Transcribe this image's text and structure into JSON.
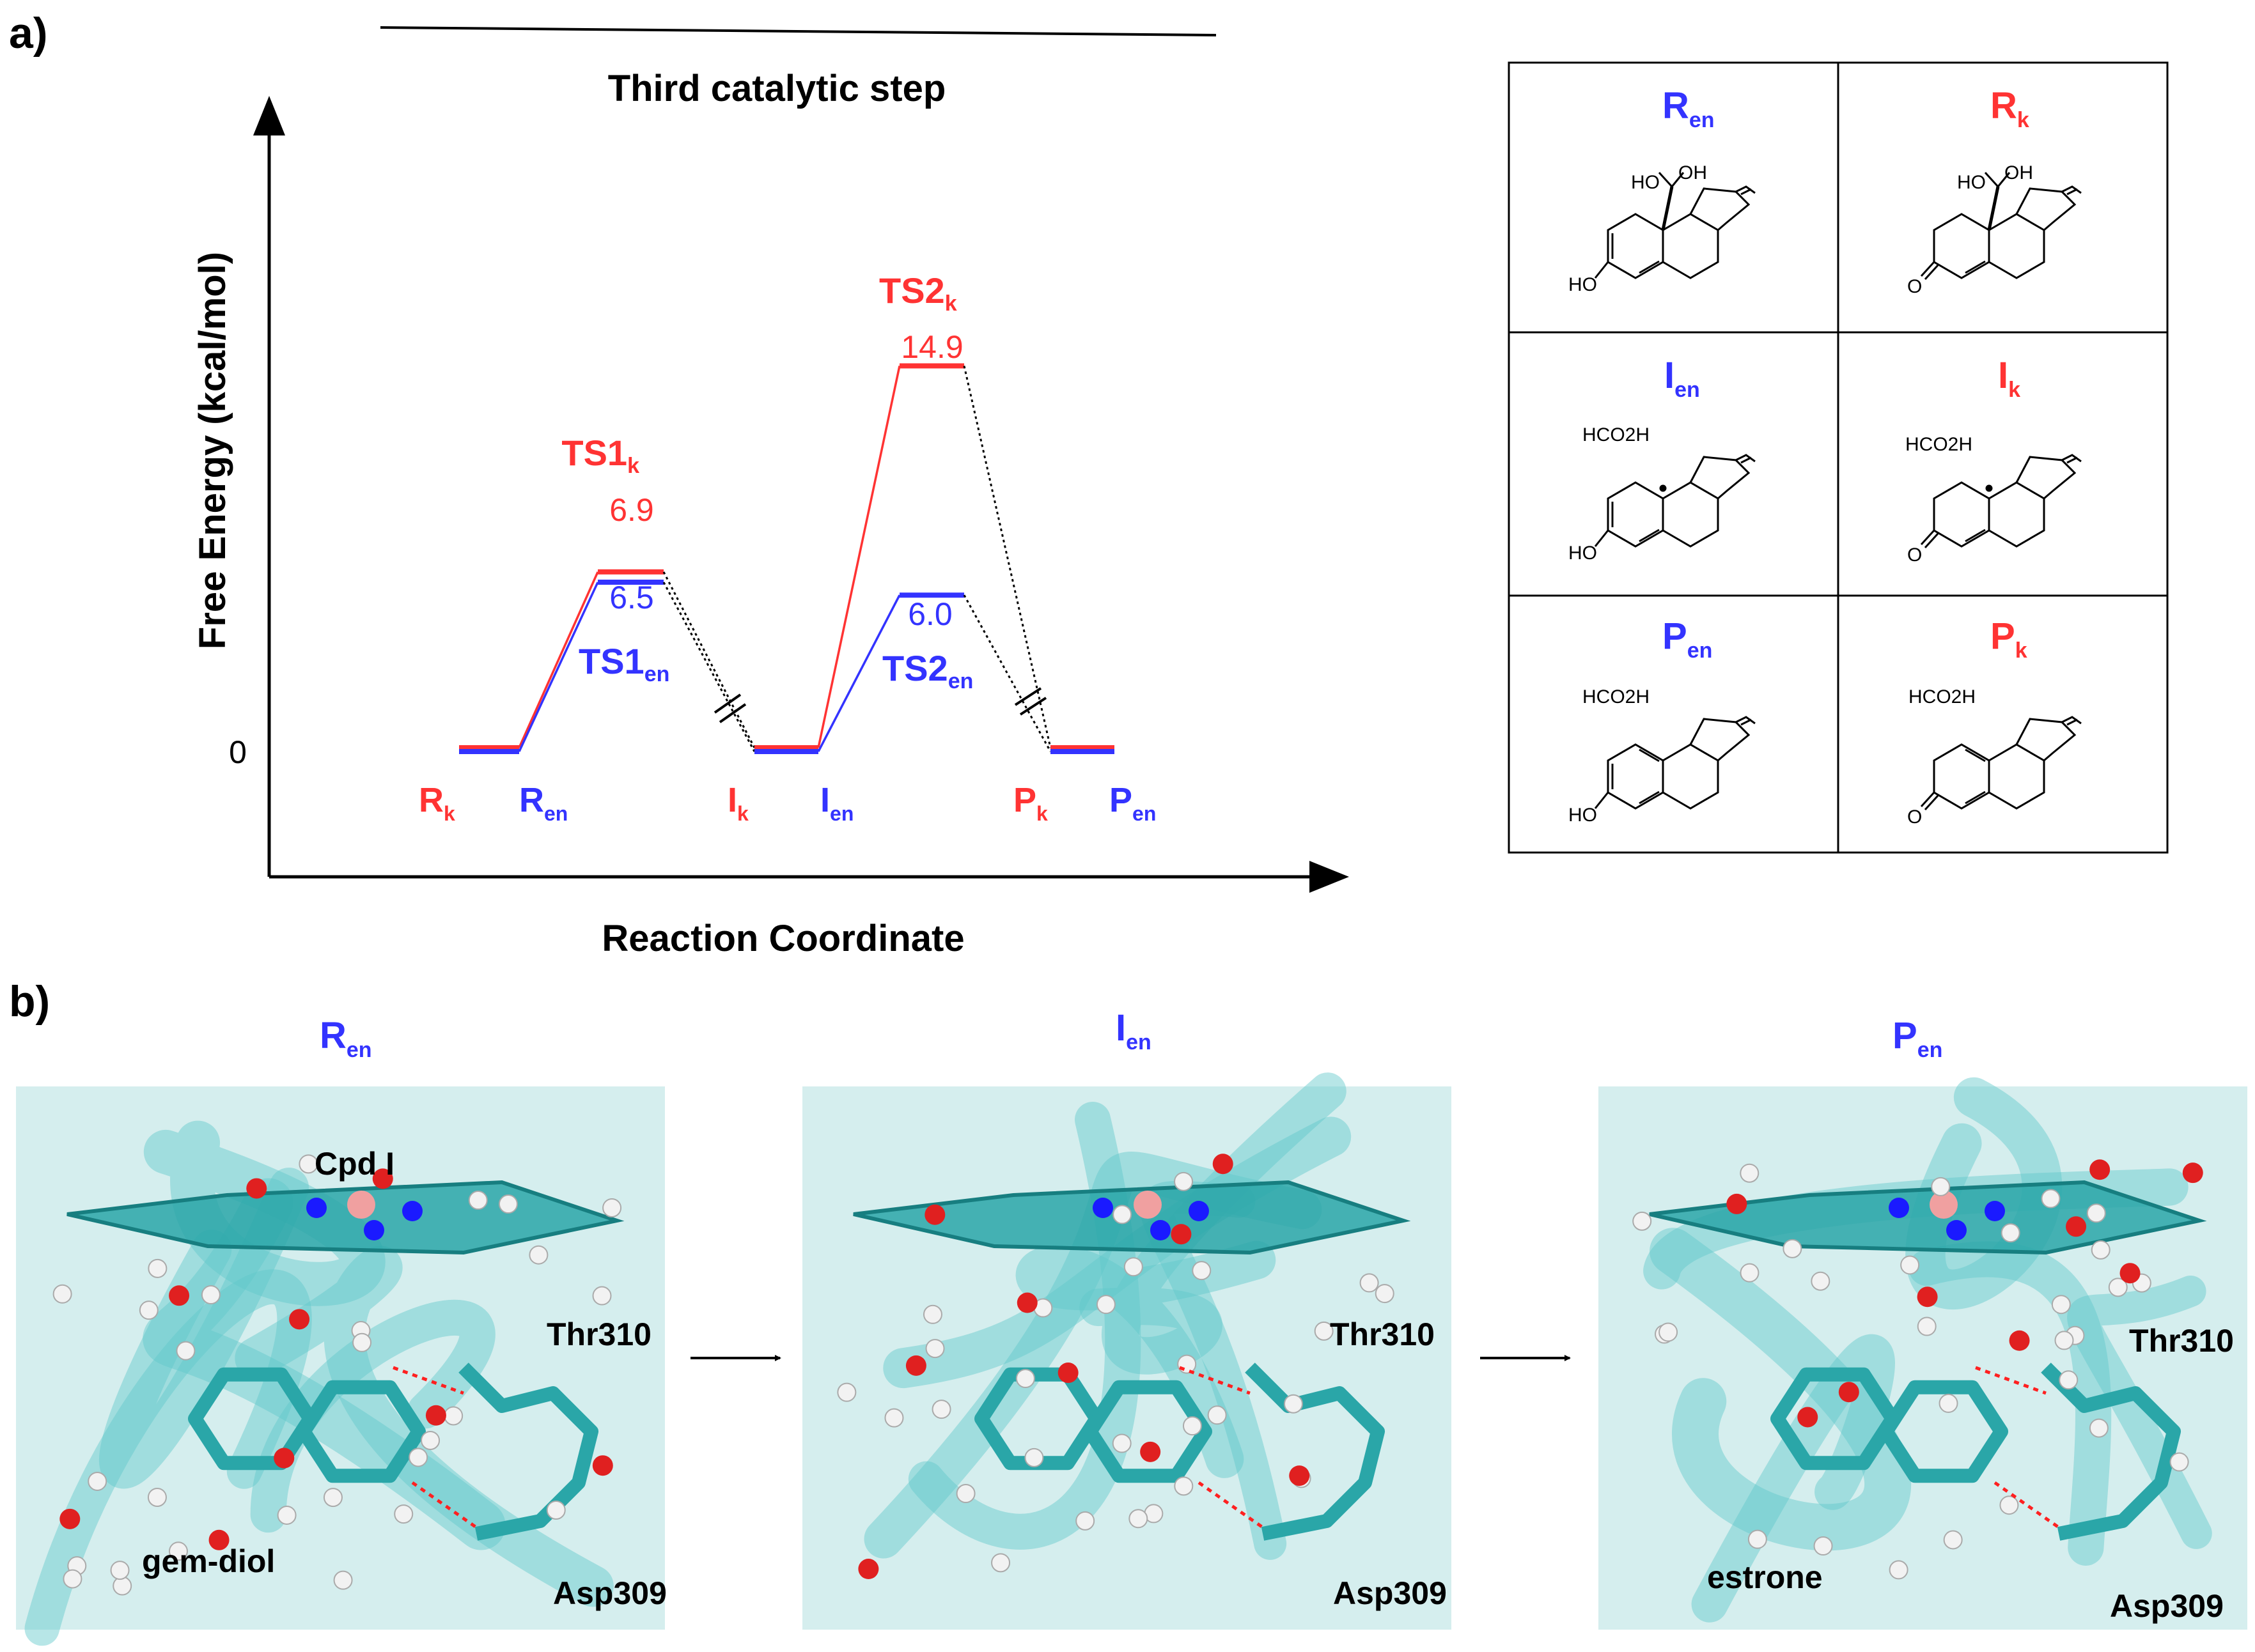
{
  "panel_a": {
    "label": "a)",
    "header": "Third catalytic step",
    "ylabel": "Free Energy (kcal/mol)",
    "xlabel": "Reaction Coordinate",
    "zero_tick": "0",
    "colors": {
      "keto": "#ff3333",
      "enol": "#3333ff",
      "axis": "#000000"
    },
    "chart_data": {
      "type": "line",
      "title": "Third catalytic step",
      "xlabel": "Reaction Coordinate",
      "ylabel": "Free Energy (kcal/mol)",
      "y_tick_labels": [
        "0"
      ],
      "series": [
        {
          "name": "k",
          "color": "#ff3333",
          "states": [
            "R",
            "TS1",
            "I",
            "TS2",
            "P"
          ],
          "values": [
            0,
            6.9,
            0,
            14.9,
            0
          ]
        },
        {
          "name": "en",
          "color": "#3333ff",
          "states": [
            "R",
            "TS1",
            "I",
            "TS2",
            "P"
          ],
          "values": [
            0,
            6.5,
            0,
            6.0,
            0
          ]
        }
      ],
      "annotations": {
        "ts1_k": {
          "main": "TS1",
          "sub": "k",
          "value": "6.9"
        },
        "ts1_en": {
          "main": "TS1",
          "sub": "en",
          "value": "6.5"
        },
        "ts2_k": {
          "main": "TS2",
          "sub": "k",
          "value": "14.9"
        },
        "ts2_en": {
          "main": "TS2",
          "sub": "en",
          "value": "6.0"
        }
      },
      "state_labels": [
        {
          "main": "R",
          "sub": "k",
          "color": "#ff3333"
        },
        {
          "main": "R",
          "sub": "en",
          "color": "#3333ff"
        },
        {
          "main": "I",
          "sub": "k",
          "color": "#ff3333"
        },
        {
          "main": "I",
          "sub": "en",
          "color": "#3333ff"
        },
        {
          "main": "P",
          "sub": "k",
          "color": "#ff3333"
        },
        {
          "main": "P",
          "sub": "en",
          "color": "#3333ff"
        }
      ]
    }
  },
  "structure_table": {
    "cells": [
      {
        "main": "R",
        "sub": "en",
        "color": "#3333ff",
        "labels": [
          "HO",
          "OH",
          "HO"
        ]
      },
      {
        "main": "R",
        "sub": "k",
        "color": "#ff3333",
        "labels": [
          "HO",
          "OH",
          "O"
        ]
      },
      {
        "main": "I",
        "sub": "en",
        "color": "#3333ff",
        "labels": [
          "HCO2H",
          "HO"
        ]
      },
      {
        "main": "I",
        "sub": "k",
        "color": "#ff3333",
        "labels": [
          "HCO2H",
          "O"
        ]
      },
      {
        "main": "P",
        "sub": "en",
        "color": "#3333ff",
        "labels": [
          "HCO2H",
          "HO"
        ]
      },
      {
        "main": "P",
        "sub": "k",
        "color": "#ff3333",
        "labels": [
          "HCO2H",
          "O"
        ]
      }
    ]
  },
  "panel_b": {
    "label": "b)",
    "panels": [
      {
        "main": "R",
        "sub": "en",
        "labels": [
          "Cpd I",
          "Thr310",
          "gem-diol",
          "Asp309"
        ]
      },
      {
        "main": "I",
        "sub": "en",
        "labels": [
          "Thr310",
          "Asp309"
        ]
      },
      {
        "main": "P",
        "sub": "en",
        "labels": [
          "Thr310",
          "estrone",
          "Asp309"
        ]
      }
    ],
    "enol_color": "#3333ff",
    "render_colors": {
      "ribbon": "#5fc7c9",
      "carbon": "#2aa6a8",
      "oxygen": "#e02020",
      "nitrogen": "#1a1aff",
      "iron": "#f0a0a0",
      "hydrogen": "#f2f2f2"
    }
  }
}
